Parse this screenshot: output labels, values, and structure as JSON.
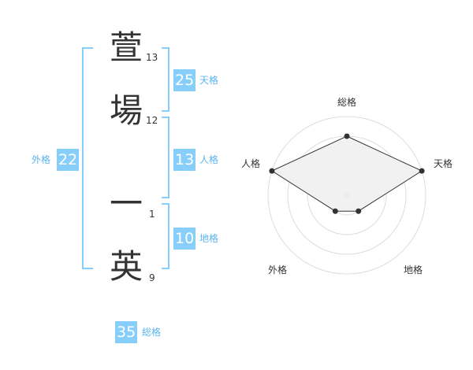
{
  "name_chars": [
    {
      "char": "萱",
      "strokes": "13"
    },
    {
      "char": "場",
      "strokes": "12"
    },
    {
      "char": "一",
      "strokes": "1"
    },
    {
      "char": "英",
      "strokes": "9"
    }
  ],
  "scores": {
    "tenkaku": {
      "value": "25",
      "label": "天格"
    },
    "jinkaku": {
      "value": "13",
      "label": "人格"
    },
    "chikaku": {
      "value": "10",
      "label": "地格"
    },
    "gaikaku": {
      "value": "22",
      "label": "外格"
    },
    "soukaku": {
      "value": "35",
      "label": "総格"
    }
  },
  "chart_data": {
    "type": "radar",
    "axes": [
      "総格",
      "天格",
      "地格",
      "外格",
      "人格"
    ],
    "values": [
      3,
      4,
      1,
      1,
      4
    ],
    "max": 4,
    "rings": 4,
    "fill_color": "#f0f0f0",
    "line_color": "#333333",
    "grid_color": "#dddddd"
  },
  "colors": {
    "accent": "#87cefa",
    "accent_text": "#5bb4ee"
  }
}
